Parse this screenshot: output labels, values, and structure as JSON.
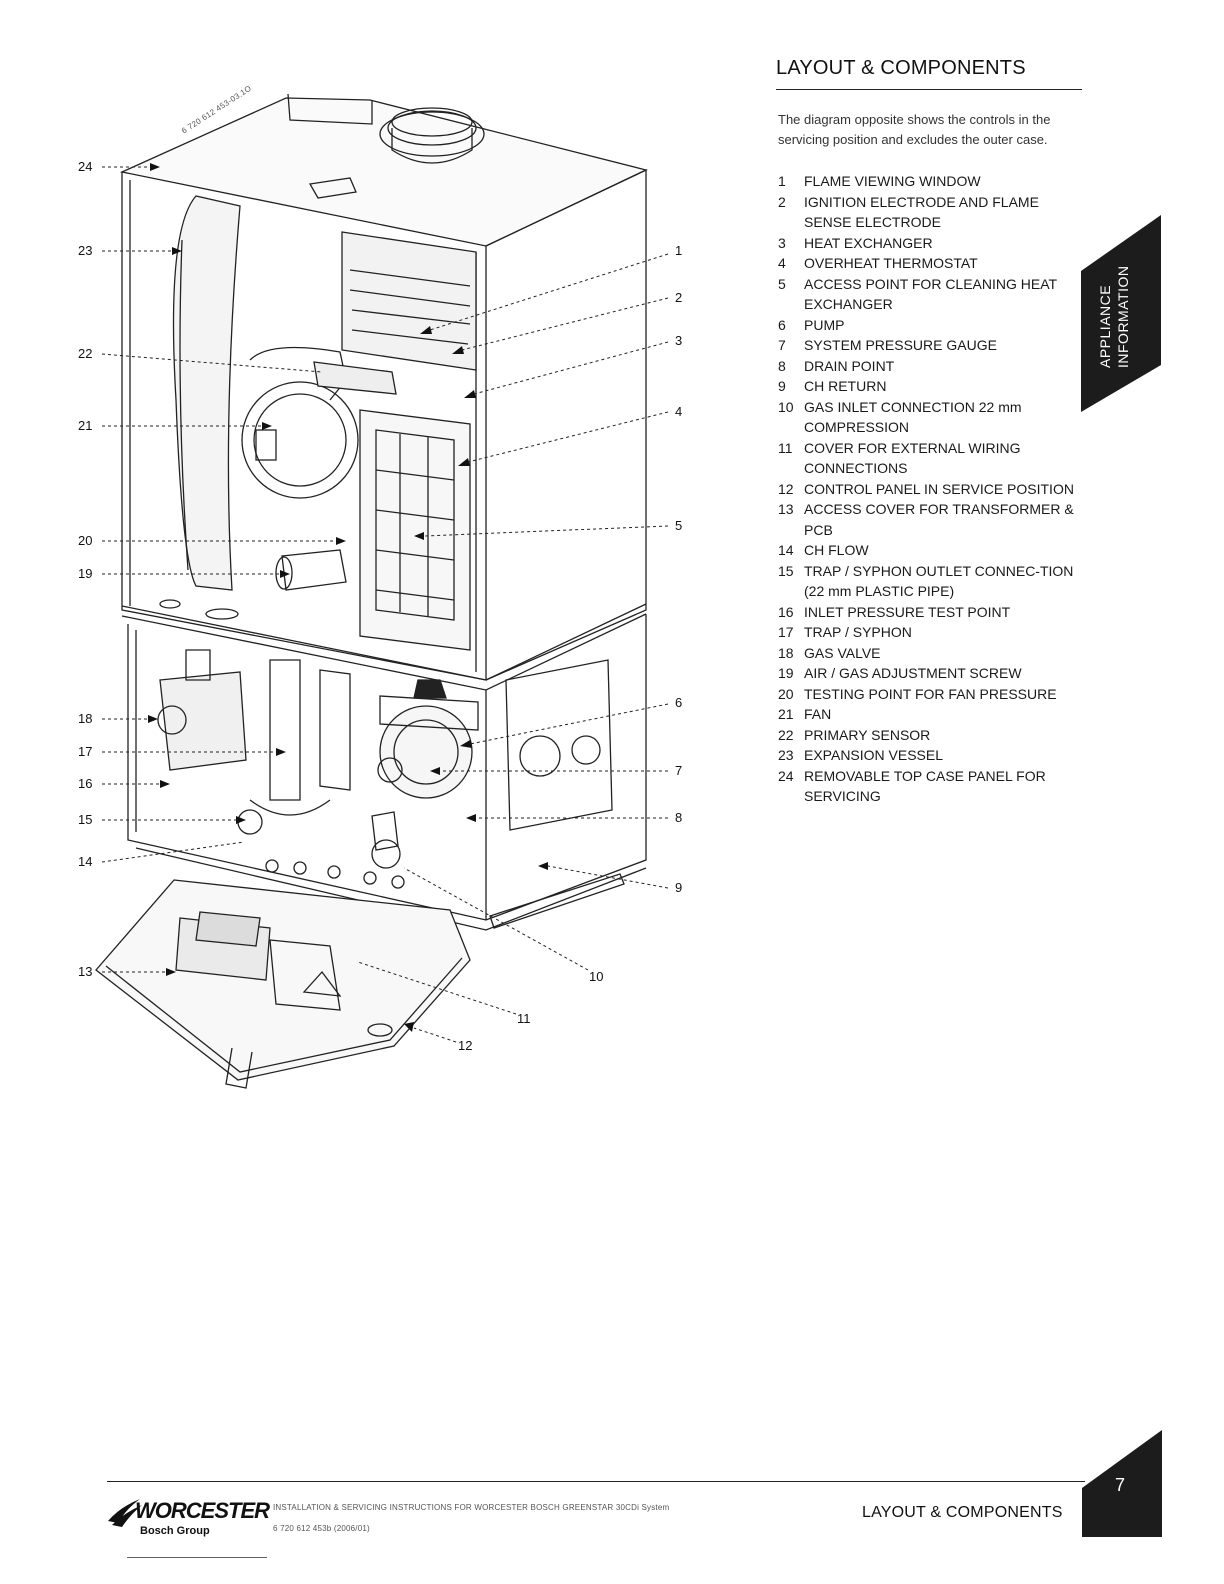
{
  "title": "LAYOUT & COMPONENTS",
  "intro": "The diagram opposite shows the controls in the servicing position and excludes the outer case.",
  "components": [
    {
      "num": "1",
      "text": "FLAME VIEWING WINDOW"
    },
    {
      "num": "2",
      "text": "IGNITION ELECTRODE AND FLAME SENSE ELECTRODE"
    },
    {
      "num": "3",
      "text": "HEAT EXCHANGER"
    },
    {
      "num": "4",
      "text": "OVERHEAT THERMOSTAT"
    },
    {
      "num": "5",
      "text": "ACCESS POINT FOR CLEANING HEAT EXCHANGER"
    },
    {
      "num": "6",
      "text": "PUMP"
    },
    {
      "num": "7",
      "text": "SYSTEM PRESSURE GAUGE"
    },
    {
      "num": "8",
      "text": "DRAIN POINT"
    },
    {
      "num": "9",
      "text": "CH RETURN"
    },
    {
      "num": "10",
      "text": "GAS INLET CONNECTION 22 mm COMPRESSION"
    },
    {
      "num": "11",
      "text": "COVER FOR EXTERNAL WIRING CONNECTIONS"
    },
    {
      "num": "12",
      "text": "CONTROL PANEL IN SERVICE POSITION"
    },
    {
      "num": "13",
      "text": "ACCESS COVER FOR TRANSFORMER & PCB"
    },
    {
      "num": "14",
      "text": "CH FLOW"
    },
    {
      "num": "15",
      "text": "TRAP / SYPHON OUTLET CONNEC-TION (22 mm PLASTIC PIPE)"
    },
    {
      "num": "16",
      "text": "INLET PRESSURE TEST POINT"
    },
    {
      "num": "17",
      "text": "TRAP / SYPHON"
    },
    {
      "num": "18",
      "text": "GAS VALVE"
    },
    {
      "num": "19",
      "text": "AIR / GAS ADJUSTMENT SCREW"
    },
    {
      "num": "20",
      "text": "TESTING POINT FOR FAN PRESSURE"
    },
    {
      "num": "21",
      "text": "FAN"
    },
    {
      "num": "22",
      "text": "PRIMARY SENSOR"
    },
    {
      "num": "23",
      "text": "EXPANSION VESSEL"
    },
    {
      "num": "24",
      "text": "REMOVABLE TOP CASE PANEL FOR SERVICING"
    }
  ],
  "diagram": {
    "drawing_id": "6 720 612 453-03.1O",
    "callouts": [
      "1",
      "2",
      "3",
      "4",
      "5",
      "6",
      "7",
      "8",
      "9",
      "10",
      "11",
      "12",
      "13",
      "14",
      "15",
      "16",
      "17",
      "18",
      "19",
      "20",
      "21",
      "22",
      "23",
      "24"
    ]
  },
  "side_tab": {
    "line1": "APPLIANCE",
    "line2": "INFORMATION"
  },
  "footer": {
    "brand": "WORCESTER",
    "brand_sub": "Bosch Group",
    "doc_title": "INSTALLATION & SERVICING INSTRUCTIONS FOR WORCESTER BOSCH GREENSTAR 30CDi System",
    "doc_code": "6 720 612 453b (2006/01)",
    "section": "LAYOUT & COMPONENTS",
    "page_number": "7"
  },
  "colors": {
    "tab": "#1c1c1c",
    "text": "#1a1a1a",
    "link": "#3a5fd0"
  }
}
